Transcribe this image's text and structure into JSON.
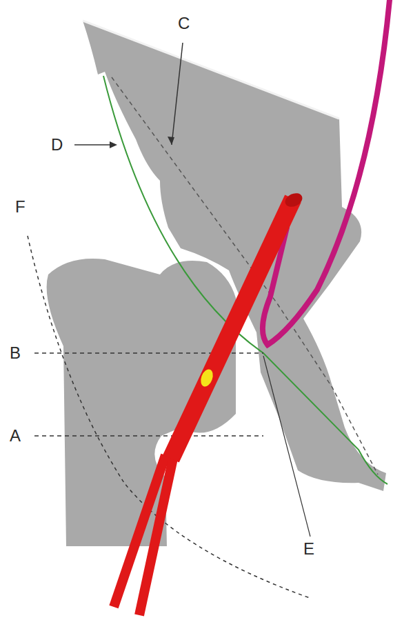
{
  "diagram": {
    "labels": [
      "C",
      "D",
      "F",
      "B",
      "A",
      "E"
    ]
  }
}
